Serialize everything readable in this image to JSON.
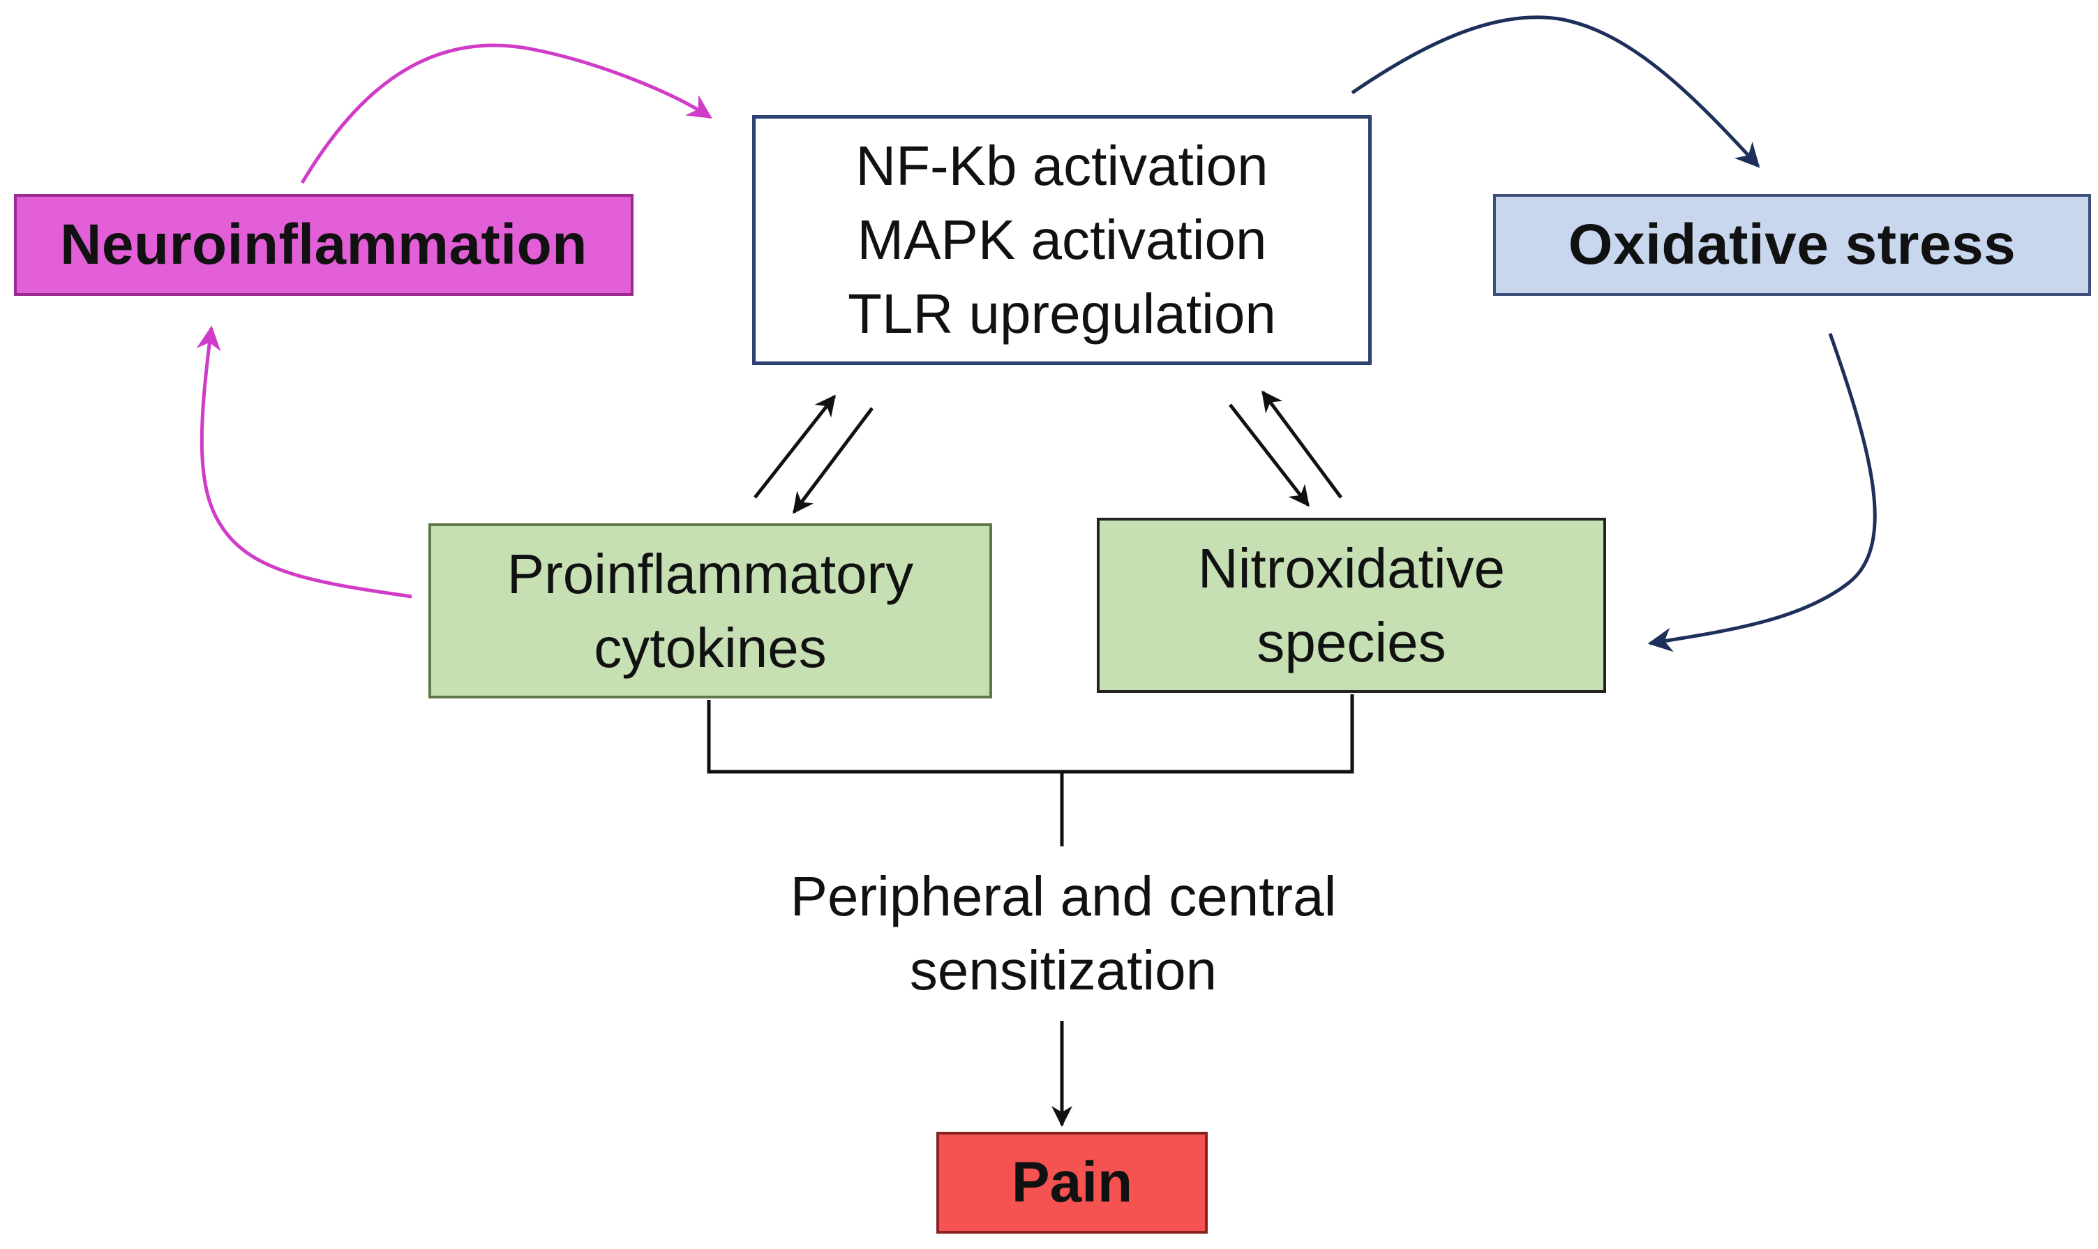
{
  "colors": {
    "neuroinflammation_fill": "#e35fd8",
    "oxidative_stress_fill": "#c9d7ee",
    "green_box_fill": "#c6e0b4",
    "pain_fill": "#f55252",
    "magenta_arrow": "#d03cc8",
    "navy_arrow": "#1e2f5c",
    "black_arrow": "#111111"
  },
  "nodes": {
    "neuroinflammation": {
      "label": "Neuroinflammation"
    },
    "oxidative_stress": {
      "label": "Oxidative stress"
    },
    "center": {
      "lines": [
        "NF-Kb activation",
        "MAPK activation",
        "TLR upregulation"
      ]
    },
    "cytokines": {
      "lines": [
        "Proinflammatory",
        "cytokines"
      ]
    },
    "nitroxidative": {
      "lines": [
        "Nitroxidative",
        "species"
      ]
    },
    "sensitization": {
      "lines": [
        "Peripheral and central",
        "sensitization"
      ]
    },
    "pain": {
      "label": "Pain"
    }
  }
}
